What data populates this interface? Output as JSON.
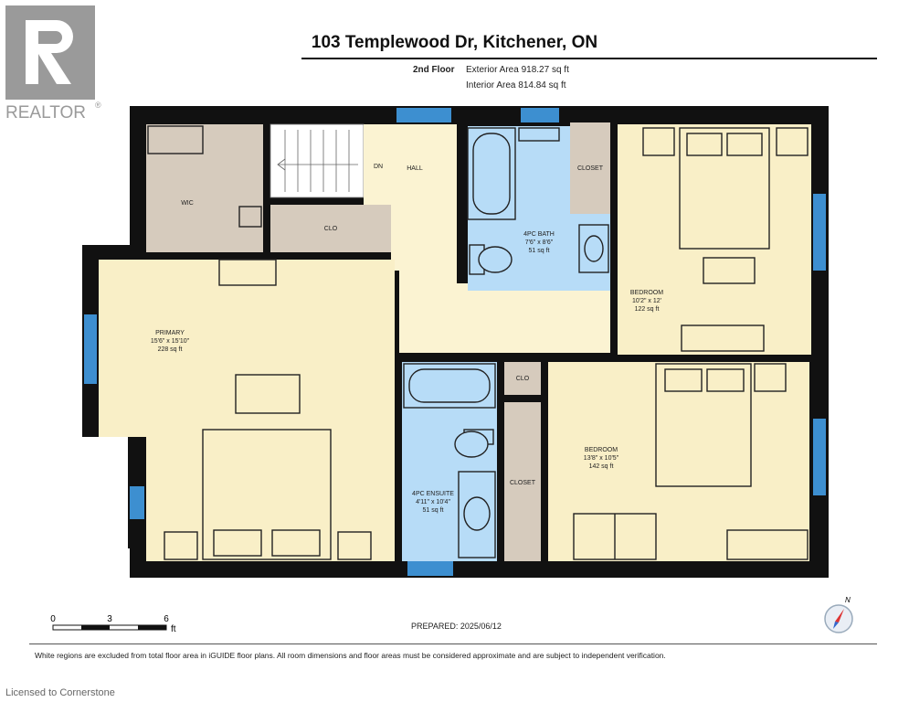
{
  "header": {
    "address": "103 Templewood Dr, Kitchener, ON",
    "floor_label": "2nd Floor",
    "exterior_area": "Exterior Area 918.27 sq ft",
    "interior_area": "Interior Area 814.84 sq ft"
  },
  "logo": {
    "text": "REALTOR",
    "mark": "®"
  },
  "rooms": {
    "wic": "WIC",
    "stairs": "DN",
    "hall": "HALL",
    "clo_top": "CLO",
    "closet_top": "CLOSET",
    "bath": {
      "name": "4PC BATH",
      "dims": "7'6\" x 8'6\"",
      "area": "51 sq ft"
    },
    "bedroom1": {
      "name": "BEDROOM",
      "dims": "10'2\" x 12'",
      "area": "122 sq ft"
    },
    "primary": {
      "name": "PRIMARY",
      "dims": "15'6\" x 15'10\"",
      "area": "228 sq ft"
    },
    "clo_mid": "CLO",
    "ensuite": {
      "name": "4PC ENSUITE",
      "dims": "4'11\" x 10'4\"",
      "area": "51 sq ft"
    },
    "closet_mid": "CLOSET",
    "bedroom2": {
      "name": "BEDROOM",
      "dims": "13'8\" x 10'5\"",
      "area": "142 sq ft"
    }
  },
  "scale": {
    "t0": "0",
    "t3": "3",
    "t6": "6",
    "unit": "ft"
  },
  "compass": {
    "label": "N"
  },
  "prepared": "PREPARED: 2025/06/12",
  "disclaimer": "White regions are excluded from total floor area in iGUIDE floor plans. All room dimensions and floor areas must be considered approximate and are subject to independent verification.",
  "watermark": "Licensed to Cornerstone",
  "colors": {
    "wall": "#111111",
    "bedroom": "#f9efc7",
    "bath": "#b7dcf7",
    "closet": "#d6cbbd",
    "hall": "#fbf3d2",
    "window": "#3d8fd0",
    "logo": "#9a9a9a"
  }
}
